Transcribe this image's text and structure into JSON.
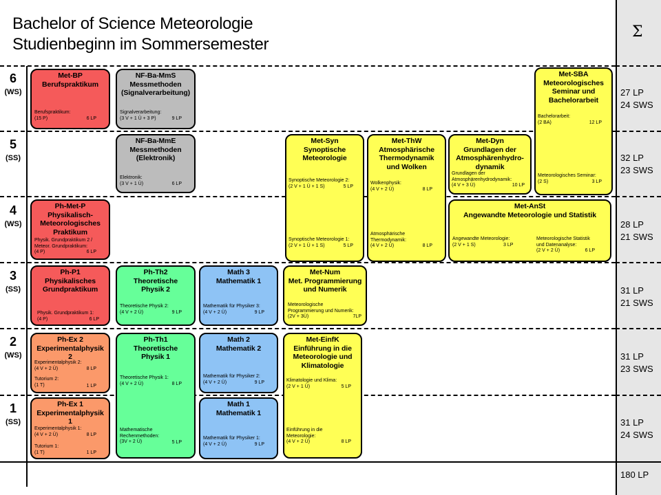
{
  "title": {
    "line1": "Bachelor of Science Meteorologie",
    "line2": "Studienbeginn im Sommersemester"
  },
  "sigma": "Σ",
  "semesters": [
    {
      "num": "6",
      "term": "(WS)"
    },
    {
      "num": "5",
      "term": "(SS)"
    },
    {
      "num": "4",
      "term": "(WS)"
    },
    {
      "num": "3",
      "term": "(SS)"
    },
    {
      "num": "2",
      "term": "(WS)"
    },
    {
      "num": "1",
      "term": "(SS)"
    }
  ],
  "sums": [
    {
      "lp": "27 LP",
      "sws": "24 SWS"
    },
    {
      "lp": "32 LP",
      "sws": "23 SWS"
    },
    {
      "lp": "28 LP",
      "sws": "21 SWS"
    },
    {
      "lp": "31 LP",
      "sws": "21 SWS"
    },
    {
      "lp": "31 LP",
      "sws": "23 SWS"
    },
    {
      "lp": "31 LP",
      "sws": "24 SWS"
    }
  ],
  "total": "180 LP",
  "colors": {
    "red": "#f55a5a",
    "grey": "#bcbcbc",
    "yellow": "#ffff55",
    "orange": "#fb996a",
    "green": "#66ff99",
    "blue": "#8ec3f5"
  },
  "modules": {
    "bp": {
      "head": "Met-BP\nBerufspraktikum",
      "n1": "Berufspraktikum:\n(15 P)",
      "l1": "6 LP"
    },
    "mms": {
      "head": "NF-Ba-MmS\nMessmethoden\n(Signalverarbeitung)",
      "n1": "Signalverarbeitung:\n(3 V + 1 Ü + 3 P)",
      "l1": "9 LP"
    },
    "mme": {
      "head": "NF-Ba-MmE\nMessmethoden\n(Elektronik)",
      "n1": "Elektronik:\n(3 V + 1 Ü)",
      "l1": "6 LP"
    },
    "sba": {
      "head": "Met-SBA\nMeteorologisches\nSeminar und\nBachelorarbeit",
      "n1": "Bachelorarbeit:\n(2 BA)",
      "l1": "12 LP",
      "n2": "Meteorologisches Seminar:\n(2 S)",
      "l2": "3 LP"
    },
    "syn": {
      "head": "Met-Syn\nSynoptische\nMeteorologie",
      "n1": "Synoptische Meteorologie 2:\n(2 V + 1 Ü + 1 S)",
      "l1": "5 LP",
      "n2": "Synoptische Meteorologie 1:\n(2 V + 1 Ü + 1 S)",
      "l2": "5 LP"
    },
    "thw": {
      "head": "Met-ThW\nAtmosphärische\nThermodynamik\nund Wolken",
      "n1": "Wolkenphysik:\n(4 V + 2 Ü)",
      "l1": "8 LP",
      "n2": "Atmosphärische\nThermodynamik:\n(4 V + 2 Ü)",
      "l2": "8 LP"
    },
    "dyn": {
      "head": "Met-Dyn\nGrundlagen der\nAtmosphärenhydro-\ndynamik",
      "n1": "Grundlagen der\nAtmosphärenhydrodynamik:\n(4 V + 3 Ü)",
      "l1": "10 LP"
    },
    "anst": {
      "head": "Met-AnSt\nAngewandte Meteorologie und Statistik",
      "n1": "Angewandte Meteorologie:\n(2 V + 1 S)",
      "l1": "3 LP",
      "n2": "Meteorologische Statistik\nund Datenanalyse:\n(2 V + 2 Ü)",
      "l2": "6 LP"
    },
    "pmp": {
      "head": "Ph-Met-P\nPhysikalisch-\nMeteorologisches\nPraktikum",
      "n1": "Physik. Grundpraktikum 2 /\nMeteor. Grundpraktikum:\n(4 P)",
      "l1": "6 LP"
    },
    "p1": {
      "head": "Ph-P1\nPhysikalisches\nGrundpraktikum",
      "n1": "Physik. Grundpraktikum 1:\n(4 P)",
      "l1": "6 LP"
    },
    "th2": {
      "head": "Ph-Th2\nTheoretische\nPhysik 2",
      "n1": "Theoretische Physik 2:\n(4 V + 2 Ü)",
      "l1": "9 LP"
    },
    "m3": {
      "head": "Math 3\nMathematik 1",
      "n1": "Mathematik für Physiker 3:\n(4 V + 2 Ü)",
      "l1": "9 LP"
    },
    "num": {
      "head": "Met-Num\nMet. Programmierung\nund Numerik",
      "n1": "Meteorologische\nProgrammierung und Numerik:\n(2V + 3Ü)",
      "l1": "7LP"
    },
    "ex2": {
      "head": "Ph-Ex 2\nExperimentalphysik\n2",
      "n1": "Experimentalphysik 2:\n(4 V + 2 Ü)",
      "l1": "8 LP",
      "n2": "Tutorium 2:\n(1 T)",
      "l2": "1 LP"
    },
    "th1": {
      "head": "Ph-Th1\nTheoretische\nPhysik 1",
      "n1": "Theoretische Physik 1:\n(4 V + 2 Ü)",
      "l1": "8 LP",
      "n2": "Mathematische\nRechenmethoden:\n(3V + 2 Ü)",
      "l2": "5 LP"
    },
    "m2": {
      "head": "Math 2\nMathematik 2",
      "n1": "Mathematik für Physiker 2:\n(4 V + 2 Ü)",
      "l1": "9 LP"
    },
    "einf": {
      "head": "Met-EinfK\nEinführung in die\nMeteorologie und\nKlimatologie",
      "n1": "Klimatologie und Klima:\n(2 V + 1 Ü)",
      "l1": "5 LP",
      "n2": "Einführung in die\nMeteorologie:\n(4 V + 2 Ü)",
      "l2": "8 LP"
    },
    "ex1": {
      "head": "Ph-Ex 1\nExperimentalphysik\n1",
      "n1": "Experimentalphysik 1:\n(4 V + 2 Ü)",
      "l1": "8 LP",
      "n2": "Tutorium 1:\n(1 T)",
      "l2": "1 LP"
    },
    "m1": {
      "head": "Math 1\nMathematik 1",
      "n1": "Mathematik für Physiker 1:\n(4 V + 2 Ü)",
      "l1": "9 LP"
    }
  }
}
